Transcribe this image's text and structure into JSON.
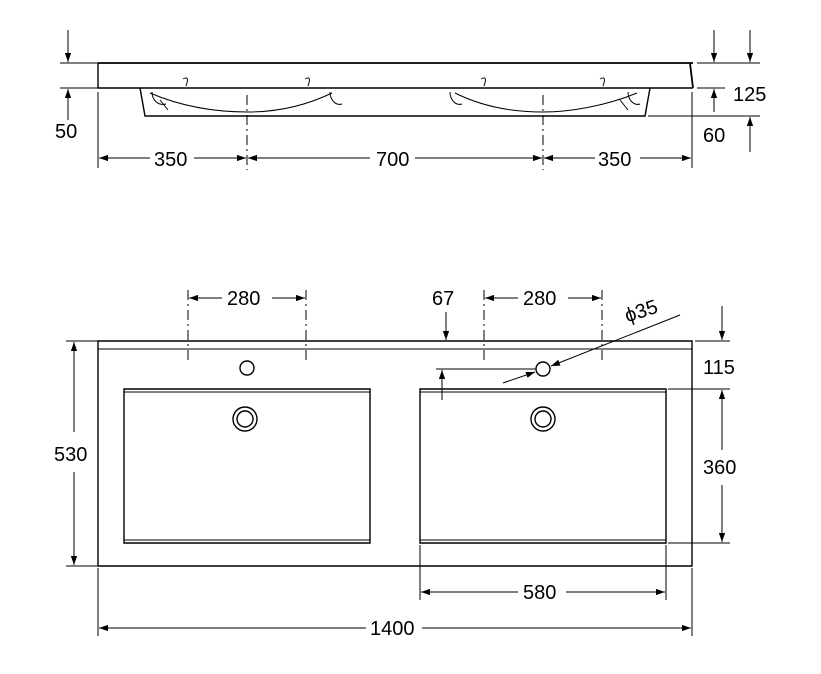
{
  "side_view": {
    "dim_height_total": "125",
    "dim_edge": "50",
    "dim_bowl_depth": "60",
    "dim_left_edge": "350",
    "dim_center": "700",
    "dim_right_edge": "350"
  },
  "top_view": {
    "dim_hole_spacing_left": "280",
    "dim_hole_spacing_right": "280",
    "dim_back_offset": "67",
    "dim_hole_diameter": "ϕ35",
    "dim_back_to_basin": "115",
    "dim_basin_depth": "360",
    "dim_overall_depth": "530",
    "dim_basin_width": "580",
    "dim_overall_width": "1400"
  }
}
